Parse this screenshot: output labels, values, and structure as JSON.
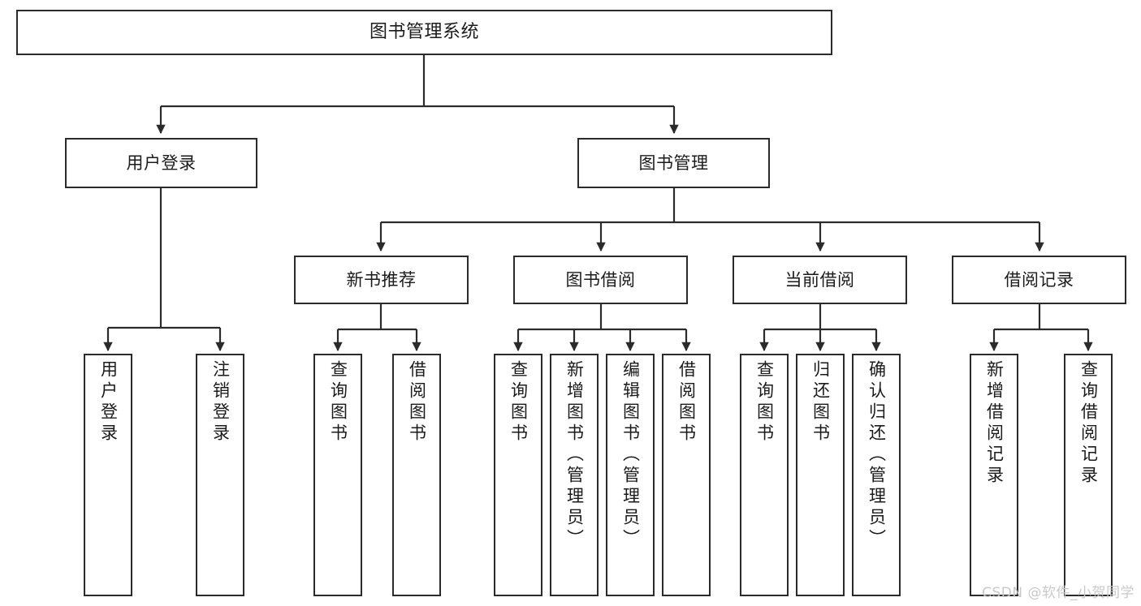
{
  "diagram": {
    "title": "图书管理系统",
    "type": "tree",
    "watermark": "CSDN @软件_小贺同学",
    "colors": {
      "box_border": "#2b2b2b",
      "box_fill": "#ffffff",
      "edge": "#1b1b1b",
      "text": "#1b1b1b",
      "watermark": "#c9c9c9",
      "background": "#ffffff"
    },
    "nodes": {
      "root": {
        "label": "图书管理系统"
      },
      "level2": [
        {
          "id": "user-login",
          "label": "用户登录"
        },
        {
          "id": "book-manage",
          "label": "图书管理"
        }
      ],
      "level3": [
        {
          "id": "new-book-recommend",
          "label": "新书推荐"
        },
        {
          "id": "book-borrow",
          "label": "图书借阅"
        },
        {
          "id": "current-borrow",
          "label": "当前借阅"
        },
        {
          "id": "borrow-record",
          "label": "借阅记录"
        }
      ],
      "leaves": {
        "user-login": [
          {
            "id": "leaf-user-login",
            "label": "用户登录"
          },
          {
            "id": "leaf-logout-login",
            "label": "注销登录"
          }
        ],
        "new-book-recommend": [
          {
            "id": "leaf-query-book-1",
            "label": "查询图书"
          },
          {
            "id": "leaf-borrow-book-1",
            "label": "借阅图书"
          }
        ],
        "book-borrow": [
          {
            "id": "leaf-query-book-2",
            "label": "查询图书"
          },
          {
            "id": "leaf-add-book",
            "label": "新增图书（管理员）"
          },
          {
            "id": "leaf-edit-book",
            "label": "编辑图书（管理员）"
          },
          {
            "id": "leaf-borrow-book-2",
            "label": "借阅图书"
          }
        ],
        "current-borrow": [
          {
            "id": "leaf-query-book-3",
            "label": "查询图书"
          },
          {
            "id": "leaf-return-book",
            "label": "归还图书"
          },
          {
            "id": "leaf-confirm-return",
            "label": "确认归还（管理员）"
          }
        ],
        "borrow-record": [
          {
            "id": "leaf-add-record",
            "label": "新增借阅记录"
          },
          {
            "id": "leaf-query-record",
            "label": "查询借阅记录"
          }
        ]
      }
    }
  }
}
